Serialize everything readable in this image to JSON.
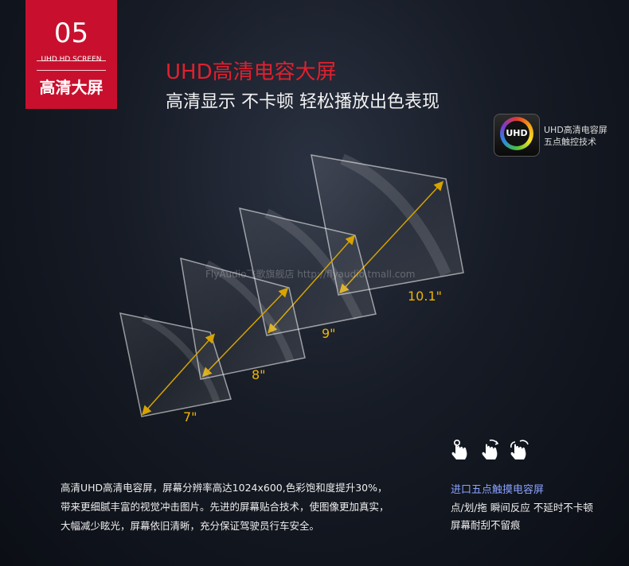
{
  "badge": {
    "number": "05",
    "subtitle": "UHD HD SCREEN",
    "title": "高清大屏"
  },
  "headline": "UHD高清电容大屏",
  "subheadline": "高清显示 不卡顿 轻松播放出色表现",
  "logo": {
    "inner_text": "UHD",
    "lines": [
      "UHD高清电容屏",
      "五点触控技术"
    ]
  },
  "watermark": "FlyAudio飞歌旗舰店   http://flyaudio.tmall.com",
  "screen_sizes": [
    "7\"",
    "8\"",
    "9\"",
    "10.1\""
  ],
  "description_left": [
    "高清UHD高清电容屏，屏幕分辨率高达1024x600,色彩饱和度提升30%，",
    "带来更细腻丰富的视觉冲击图片。先进的屏幕贴合技术，使图像更加真实，",
    "大幅减少眩光，屏幕依旧清晰，充分保证驾驶员行车安全。"
  ],
  "description_right": {
    "title": "进口五点触摸电容屏",
    "lines": [
      "点/划/拖 瞬间反应 不延时不卡顿",
      "屏幕耐刮不留痕"
    ]
  },
  "gesture_icons": [
    "tap-gesture-icon",
    "swipe-gesture-icon",
    "drag-gesture-icon"
  ],
  "colors": {
    "accent_red": "#c8102e",
    "headline_red": "#e0202f",
    "size_label": "#f0b400",
    "touch_title": "#8aa2ff"
  }
}
